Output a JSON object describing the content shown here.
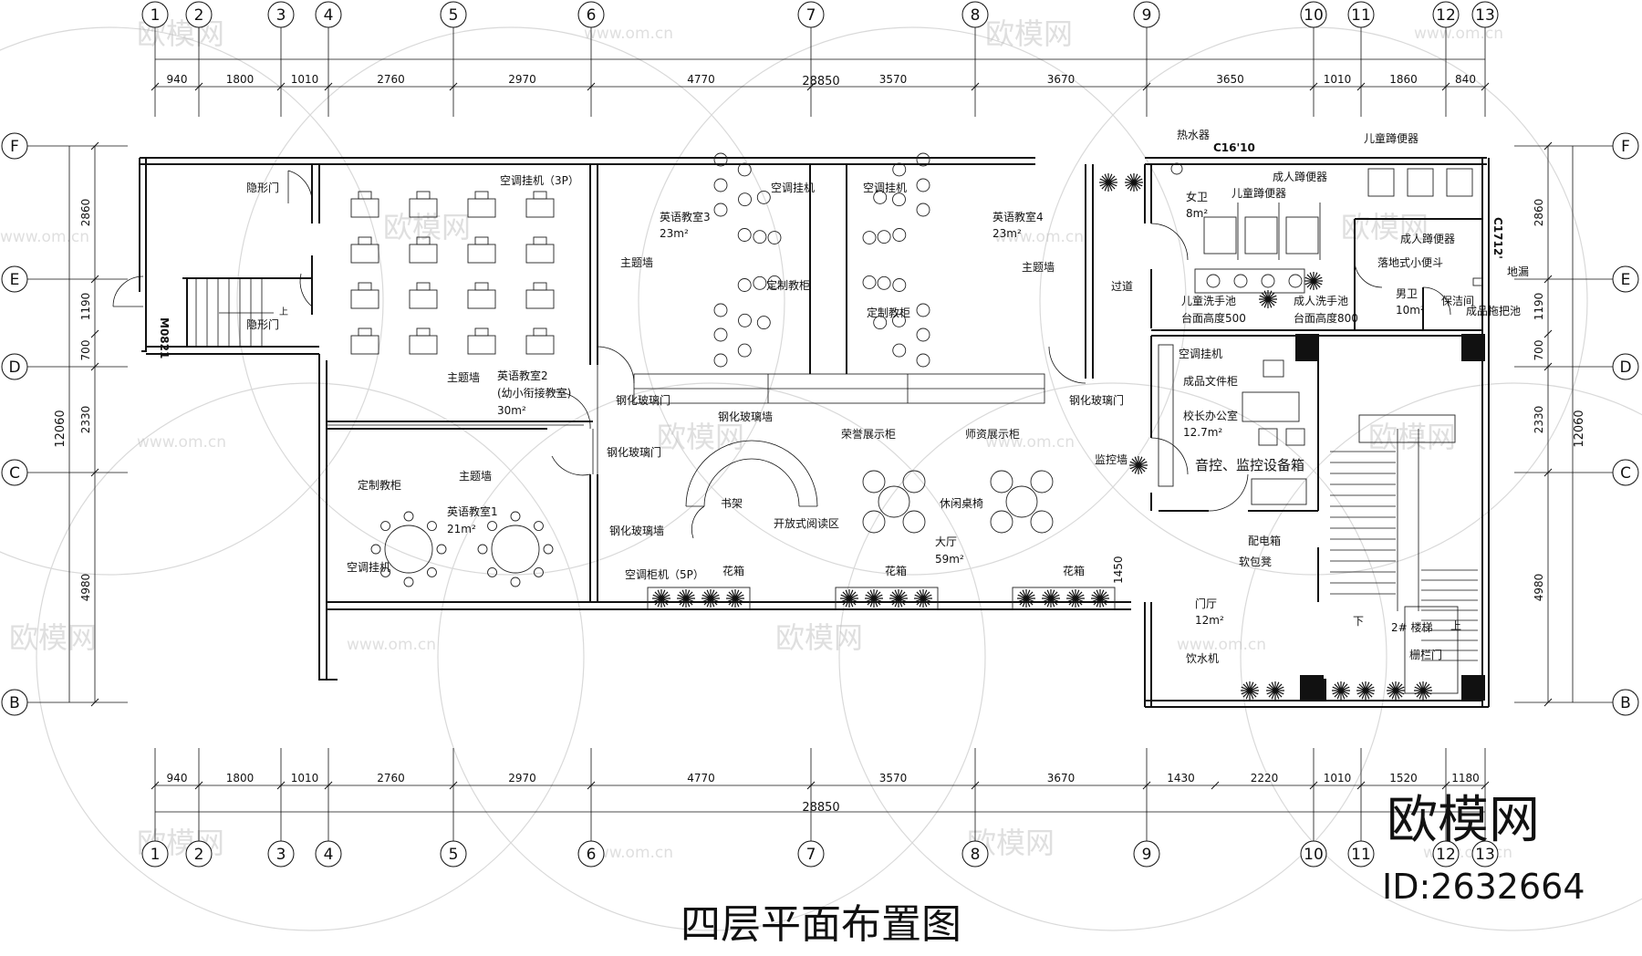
{
  "drawing": {
    "title": "四层平面布置图",
    "total_dimension_top": "28850",
    "total_dimension_bottom": "28850",
    "total_dimension_left": "12060",
    "total_dimension_right": "12060"
  },
  "axes": {
    "columns": [
      "1",
      "2",
      "3",
      "4",
      "5",
      "6",
      "7",
      "8",
      "9",
      "10",
      "11",
      "12",
      "13"
    ],
    "rows": [
      "F",
      "E",
      "D",
      "C",
      "B"
    ]
  },
  "dimensions": {
    "top": [
      "940",
      "1800",
      "1010",
      "2760",
      "2970",
      "4770",
      "3570",
      "3670",
      "3650",
      "1010",
      "1860",
      "840"
    ],
    "bottom": [
      "940",
      "1800",
      "1010",
      "2760",
      "2970",
      "4770",
      "3570",
      "3670",
      "1430",
      "2220",
      "1010",
      "1520",
      "1180"
    ],
    "left": [
      "2860",
      "1190",
      "700",
      "2330",
      "4980"
    ],
    "right": [
      "2860",
      "1190",
      "700",
      "2330",
      "4980"
    ],
    "misc_1450": "1450"
  },
  "rooms": {
    "hidden_door_1": "隐形门",
    "hidden_door_2": "隐形门",
    "ac_3p": "空调挂机（3P）",
    "english_2_line1": "英语教室2",
    "english_2_line2": "(幼小衔接教室)",
    "english_2_area": "30m²",
    "theme_wall_a": "主题墙",
    "theme_wall_b": "主题墙",
    "theme_wall_c": "主题墙",
    "theme_wall_d": "主题墙",
    "custom_cabinet_1": "定制教柜",
    "custom_cabinet_2": "定制教柜",
    "custom_cabinet_3": "定制教柜",
    "english_1": "英语教室1",
    "english_1_area": "21m²",
    "ac_hang_1": "空调挂机",
    "ac_hang_2": "空调挂机",
    "ac_hang_3": "空调挂机",
    "ac_hang_4": "空调挂机",
    "english_3": "英语教室3",
    "english_3_area": "23m²",
    "english_4": "英语教室4",
    "english_4_area": "23m²",
    "glass_door_1": "钢化玻璃门",
    "glass_door_2": "钢化玻璃门",
    "glass_door_3": "钢化玻璃门",
    "glass_wall_1": "钢化玻璃墙",
    "glass_wall_2": "钢化玻璃墙",
    "honor_cabinet": "荣誉展示柜",
    "teacher_cabinet": "师资展示柜",
    "bookshelf": "书架",
    "reading_area": "开放式阅读区",
    "leisure": "休闲桌椅",
    "hall": "大厅",
    "hall_area": "59m²",
    "ac_cabinet_5p": "空调柜机（5P）",
    "flower_box_1": "花箱",
    "flower_box_2": "花箱",
    "flower_box_3": "花箱",
    "corridor": "过道",
    "monitor_wall": "监控墙",
    "water_heater": "热水器",
    "window_c1610": "C16'10",
    "female_wc": "女卫",
    "female_wc_area": "8m²",
    "adult_squat_1": "成人蹲便器",
    "adult_squat_2": "成人蹲便器",
    "child_squat_1": "儿童蹲便器",
    "child_squat_2": "儿童蹲便器",
    "urinal": "落地式小便斗",
    "window_c1712": "C1712'",
    "floor_drain": "地漏",
    "child_basin": "儿童洗手池",
    "child_basin_height": "台面高度500",
    "adult_basin": "成人洗手池",
    "adult_basin_height": "台面高度800",
    "male_wc": "男卫",
    "male_wc_area": "10m²",
    "cleaning_room": "保洁间",
    "mop_sink": "成品拖把池",
    "file_cabinet": "成品文件柜",
    "principal_office": "校长办公室",
    "principal_area": "12.7m²",
    "av_cabinet": "音控、监控设备箱",
    "distribution_box": "配电箱",
    "sofa": "软包凳",
    "lobby": "门厅",
    "lobby_area": "12m²",
    "water_dispenser": "饮水机",
    "stair_2": "2# 楼梯",
    "railing_door": "栅栏门",
    "down": "下",
    "up_1": "上",
    "up_2": "上",
    "door_m0821": "M0821"
  },
  "watermark": {
    "brand": "欧模网",
    "url": "www.om.cn",
    "id_label": "ID:2632664"
  }
}
